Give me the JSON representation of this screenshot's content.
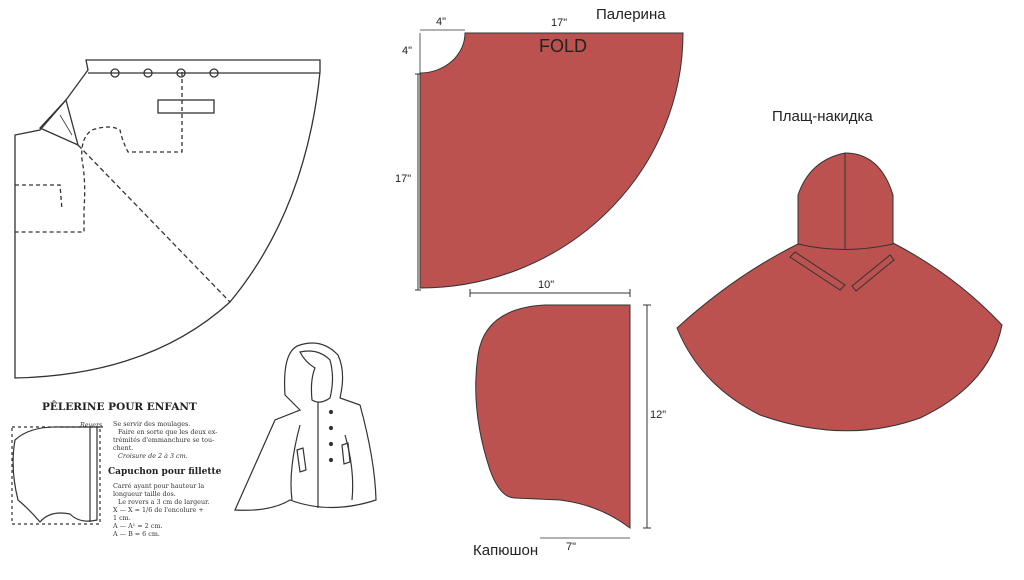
{
  "colors": {
    "fabric": "#bb5250",
    "line": "#333333",
    "background": "#ffffff"
  },
  "pelerine_piece": {
    "title": "Палерина",
    "fold_label": "FOLD",
    "top_width": "17\"",
    "corner_width": "4\"",
    "corner_height": "4\"",
    "side_height": "17\""
  },
  "hood_piece": {
    "title": "Капюшон",
    "top_width": "10\"",
    "height": "12\"",
    "bottom_width": "7\""
  },
  "cape_illustration": {
    "title": "Плащ-накидка"
  },
  "vintage_pattern": {
    "title": "PÊLERINE POUR ENFANT",
    "revers_label": "Revers",
    "text_lines": [
      "Se servir des moulages.",
      "Faire en sorte que les deux ex-",
      "trémités d'emmanchure se tou-",
      "chent.",
      "Croisure de 2 à 3 cm."
    ],
    "subtitle": "Capuchon pour fillette",
    "hood_lines": [
      "Carré ayant pour hauteur la",
      "longueur taille dos.",
      "Le revers a 3 cm de largeur.",
      "X — X = 1/6 de l'encolure +",
      "1 cm.",
      "A — A¹ = 2 cm.",
      "A — B = 6 cm."
    ]
  }
}
